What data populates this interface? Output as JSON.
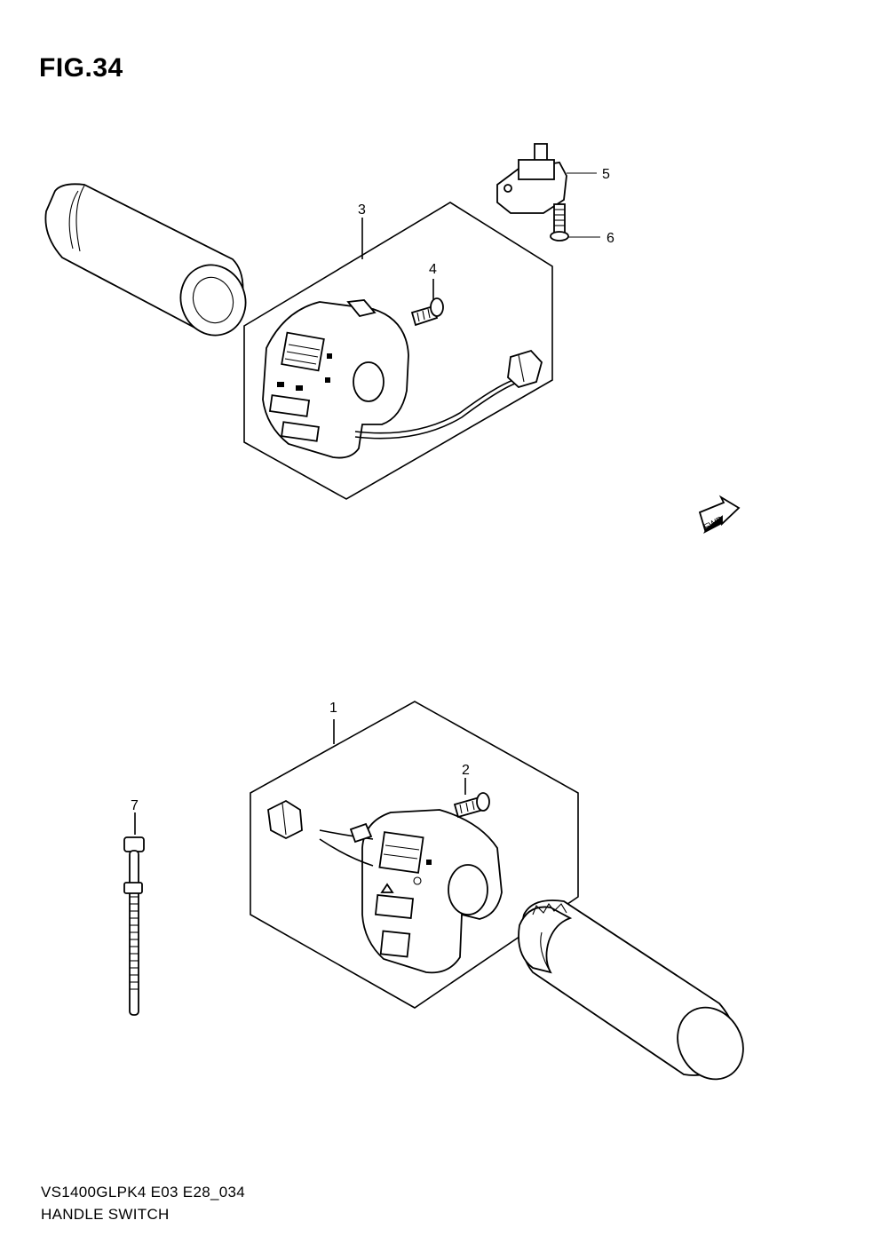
{
  "figure": {
    "title": "FIG.34",
    "model_code": "VS1400GLPK4 E03 E28_034",
    "section_name": "HANDLE SWITCH",
    "fwd_label": "FWD"
  },
  "callouts": [
    {
      "id": "1",
      "label": "1"
    },
    {
      "id": "2",
      "label": "2"
    },
    {
      "id": "3",
      "label": "3"
    },
    {
      "id": "4",
      "label": "4"
    },
    {
      "id": "5",
      "label": "5"
    },
    {
      "id": "6",
      "label": "6"
    },
    {
      "id": "7",
      "label": "7"
    }
  ]
}
